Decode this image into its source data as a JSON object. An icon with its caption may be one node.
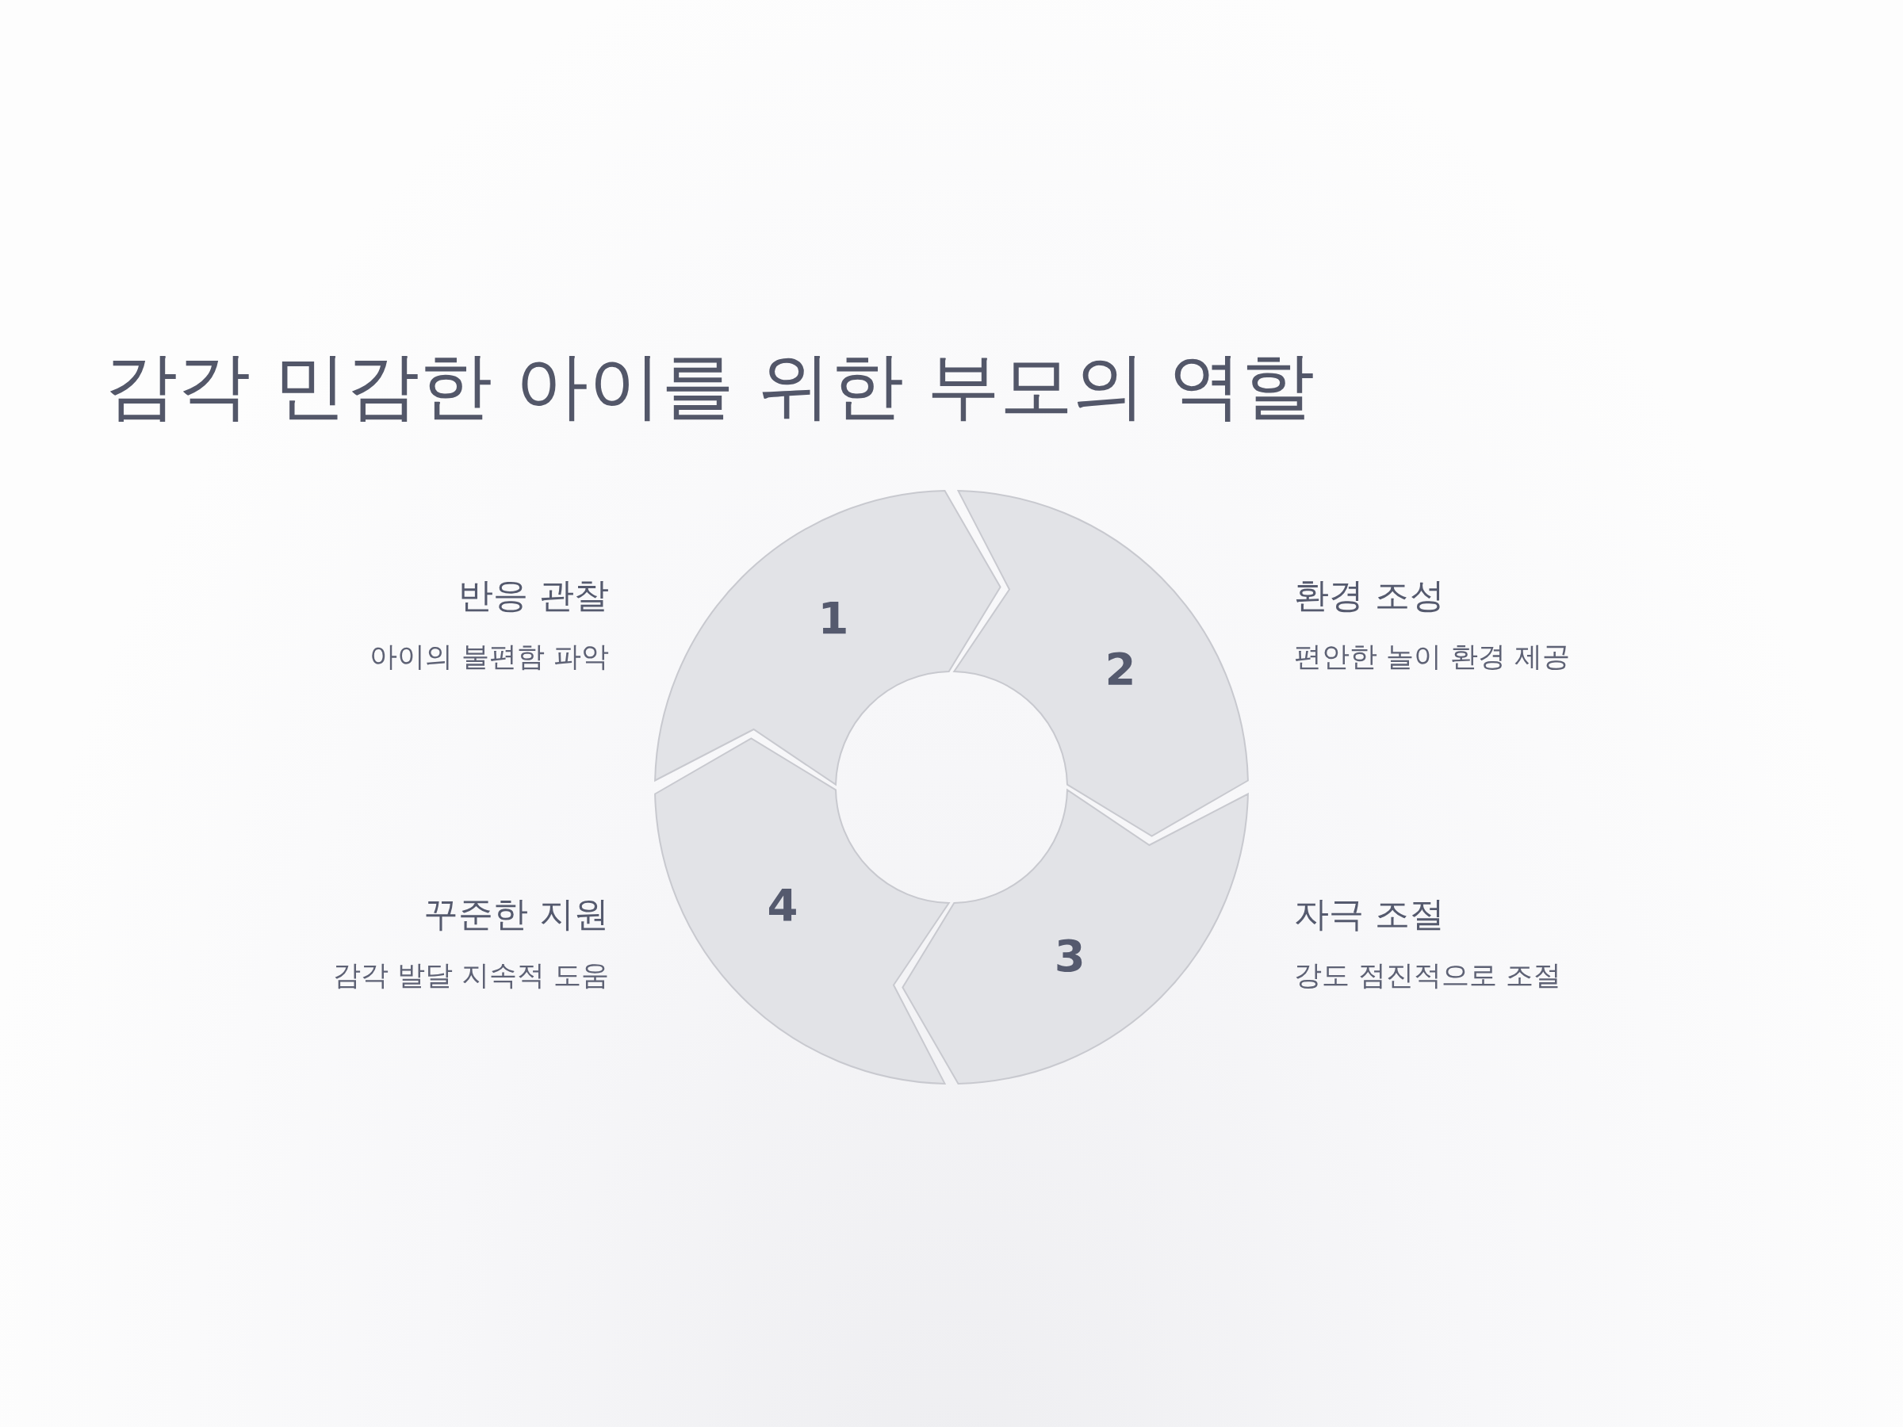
{
  "diagram": {
    "title": "감각 민감한 아이를 위한 부모의 역할",
    "nodes": [
      {
        "text": [
          "1"
        ],
        "beside": [
          "반응 관찰",
          "아이의 불편함 파악"
        ]
      },
      {
        "text": [
          "2"
        ],
        "beside": [
          "환경 조성",
          "편안한 놀이 환경 제공"
        ]
      },
      {
        "text": [
          "3"
        ],
        "beside": [
          "자극 조절",
          "강도 점진적으로 조절"
        ]
      },
      {
        "text": [
          "4"
        ],
        "beside": [
          "꾸준한 지원",
          "감각 발달 지속적 도움"
        ]
      }
    ]
  }
}
